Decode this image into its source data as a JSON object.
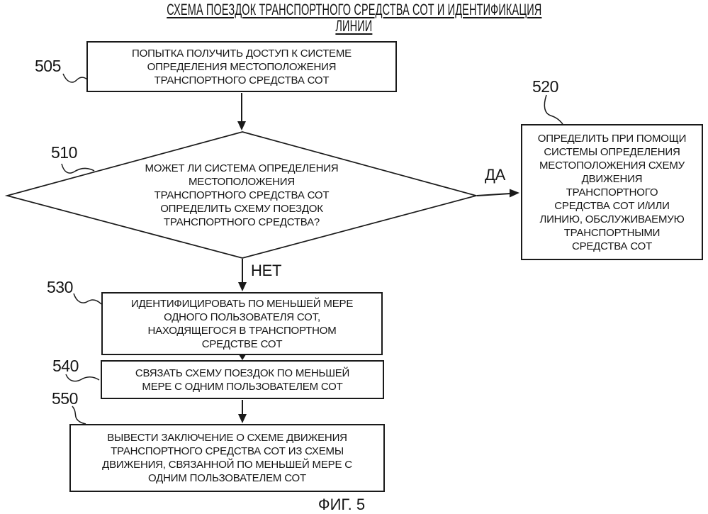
{
  "canvas": {
    "background": "#ffffff",
    "line_color": "#1a1a1a"
  },
  "title": {
    "line1": "СХЕМА ПОЕЗДОК ТРАНСПОРТНОГО СРЕДСТВА СОТ И ИДЕНТИФИКАЦИЯ",
    "line2": "ЛИНИИ"
  },
  "nodes": {
    "n505": {
      "ref": "505",
      "shape": "process",
      "text": [
        "ПОПЫТКА ПОЛУЧИТЬ ДОСТУП К СИСТЕМЕ",
        "ОПРЕДЕЛЕНИЯ МЕСТОПОЛОЖЕНИЯ",
        "ТРАНСПОРТНОГО СРЕДСТВА СОТ"
      ]
    },
    "n510": {
      "ref": "510",
      "shape": "decision",
      "text": [
        "МОЖЕТ ЛИ СИСТЕМА ОПРЕДЕЛЕНИЯ",
        "МЕСТОПОЛОЖЕНИЯ",
        "ТРАНСПОРТНОГО СРЕДСТВА СОТ",
        "ОПРЕДЕЛИТЬ СХЕМУ ПОЕЗДОК",
        "ТРАНСПОРТНОГО СРЕДСТВА?"
      ]
    },
    "n520": {
      "ref": "520",
      "shape": "process",
      "text": [
        "ОПРЕДЕЛИТЬ ПРИ ПОМОЩИ",
        "СИСТЕМЫ ОПРЕДЕЛЕНИЯ",
        "МЕСТОПОЛОЖЕНИЯ СХЕМУ",
        "ДВИЖЕНИЯ",
        "ТРАНСПОРТНОГО",
        "СРЕДСТВА СОТ И/ИЛИ",
        "ЛИНИЮ, ОБСЛУЖИВАЕМУЮ",
        "ТРАНСПОРТНЫМИ",
        "СРЕДСТВА СОТ"
      ]
    },
    "n530": {
      "ref": "530",
      "shape": "process",
      "text": [
        "ИДЕНТИФИЦИРОВАТЬ ПО МЕНЬШЕЙ МЕРЕ",
        "ОДНОГО ПОЛЬЗОВАТЕЛЯ СОТ,",
        "НАХОДЯЩЕГОСЯ В ТРАНСПОРТНОМ",
        "СРЕДСТВЕ СОТ"
      ]
    },
    "n540": {
      "ref": "540",
      "shape": "process",
      "text": [
        "СВЯЗАТЬ СХЕМУ ПОЕЗДОК ПО МЕНЬШЕЙ",
        "МЕРЕ С ОДНИМ ПОЛЬЗОВАТЕЛЕМ СОТ"
      ]
    },
    "n550": {
      "ref": "550",
      "shape": "process",
      "text": [
        "ВЫВЕСТИ ЗАКЛЮЧЕНИЕ О СХЕМЕ ДВИЖЕНИЯ",
        "ТРАНСПОРТНОГО СРЕДСТВА СОТ ИЗ СХЕМЫ",
        "ДВИЖЕНИЯ, СВЯЗАННОЙ ПО МЕНЬШЕЙ МЕРЕ С",
        "ОДНИМ ПОЛЬЗОВАТЕЛЕМ СОТ"
      ]
    }
  },
  "edges": {
    "yes_label": "ДА",
    "no_label": "НЕТ"
  },
  "figure_caption": "ФИГ. 5"
}
